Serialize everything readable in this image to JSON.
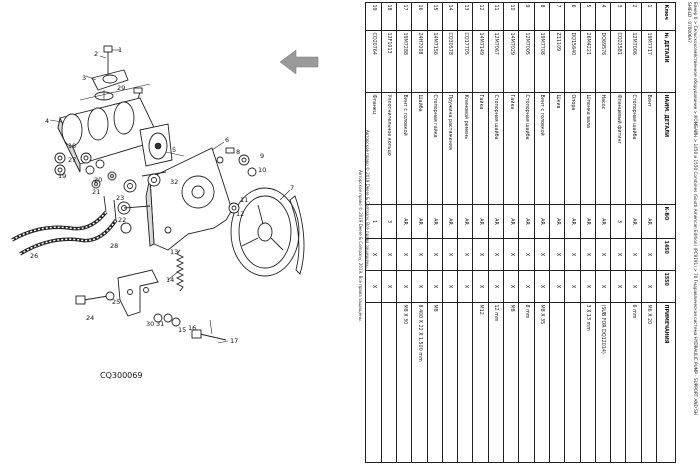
{
  "diagram": {
    "figure_id": "CQ300069",
    "callouts": [
      "1",
      "2",
      "3",
      "4",
      "5",
      "6",
      "7",
      "8",
      "9",
      "10",
      "11",
      "12",
      "13",
      "14",
      "15",
      "16",
      "17",
      "18",
      "19",
      "20",
      "21",
      "22",
      "23",
      "24",
      "25",
      "26",
      "27",
      "28",
      "29",
      "30",
      "31",
      "32"
    ]
  },
  "document": {
    "header_line1": "Банер 0 > Сельскохозяйственное оборудование > КОМБАЙН > 1450 и 1550 Combines (South American Edition) (PC9191) > 70 Гидравлическая система HYDRAULIC PUMP - SUPPORT AND SH",
    "header_line2": "SHIELD - 070006A7",
    "columns": [
      "Ключ",
      "№ ДЕТАЛИ",
      "НАИМ. ДЕТАЛИ",
      "К-ВО",
      "1450",
      "1550",
      "ПРИМЕЧАНИЯ"
    ],
    "rows": [
      [
        "1",
        "19M7717",
        "Винт",
        "AR",
        "X",
        "X",
        "M6 X 20"
      ],
      [
        "2",
        "12M7006",
        "Стопорная шайба",
        "AR",
        "X",
        "X",
        "6 mm"
      ],
      [
        "3",
        "CQ22581",
        "Фланцевый фитинг",
        "3",
        "X",
        "X",
        ""
      ],
      [
        "4",
        "DQ69576",
        "Насос",
        "AR",
        "X",
        "X",
        "(SUB FOR DQ12014)"
      ],
      [
        "5",
        "26M4221",
        "Шпонка вала",
        "AR",
        "X",
        "X",
        "3 X 13 mm"
      ],
      [
        "6",
        "DQ15640",
        "Опора",
        "AR",
        "X",
        "X",
        ""
      ],
      [
        "7",
        "Z11109",
        "Шкив",
        "AR",
        "X",
        "X",
        ""
      ],
      [
        "8",
        "19M7708",
        "Винт с головкой",
        "AR",
        "X",
        "X",
        "M8 X 35"
      ],
      [
        "9",
        "12M7005",
        "Стопорная шайба",
        "AR",
        "X",
        "X",
        "8 mm"
      ],
      [
        "10",
        "14M7029",
        "Гайка",
        "AR",
        "X",
        "X",
        "M8"
      ],
      [
        "11",
        "12M7067",
        "Стопорная шайба",
        "AR",
        "X",
        "X",
        "12 mm"
      ],
      [
        "12",
        "14M7149",
        "Гайка",
        "AR",
        "X",
        "X",
        "M12"
      ],
      [
        "13",
        "CQ17705",
        "Клиновой ремень",
        "AR",
        "X",
        "X",
        ""
      ],
      [
        "14",
        "CQ30578",
        "Пружина растяжения",
        "AR",
        "X",
        "X",
        ""
      ],
      [
        "15",
        "14M7156",
        "Стопорная гайка",
        "AR",
        "X",
        "X",
        "M8"
      ],
      [
        "16",
        "24H7008",
        "Шайба",
        "AR",
        "X",
        "X",
        "8.400 X 22 X 1.500 mm"
      ],
      [
        "17",
        "19M7288",
        "Винт с головкой",
        "AR",
        "X",
        "X",
        "M8 X 30"
      ],
      [
        "18",
        "12F1013",
        "Уплотнительное кольцо",
        "3",
        "X",
        "X",
        ""
      ],
      [
        "19",
        "CQ20764",
        "Фланец",
        "1",
        "X",
        "X",
        ""
      ]
    ],
    "footer_line1": "Авторское право © 2019 Deere & Company. Все права защищены.",
    "footer_line2": "Авторское право © 2019 Deere & Company, 2019. Все права защищены."
  }
}
